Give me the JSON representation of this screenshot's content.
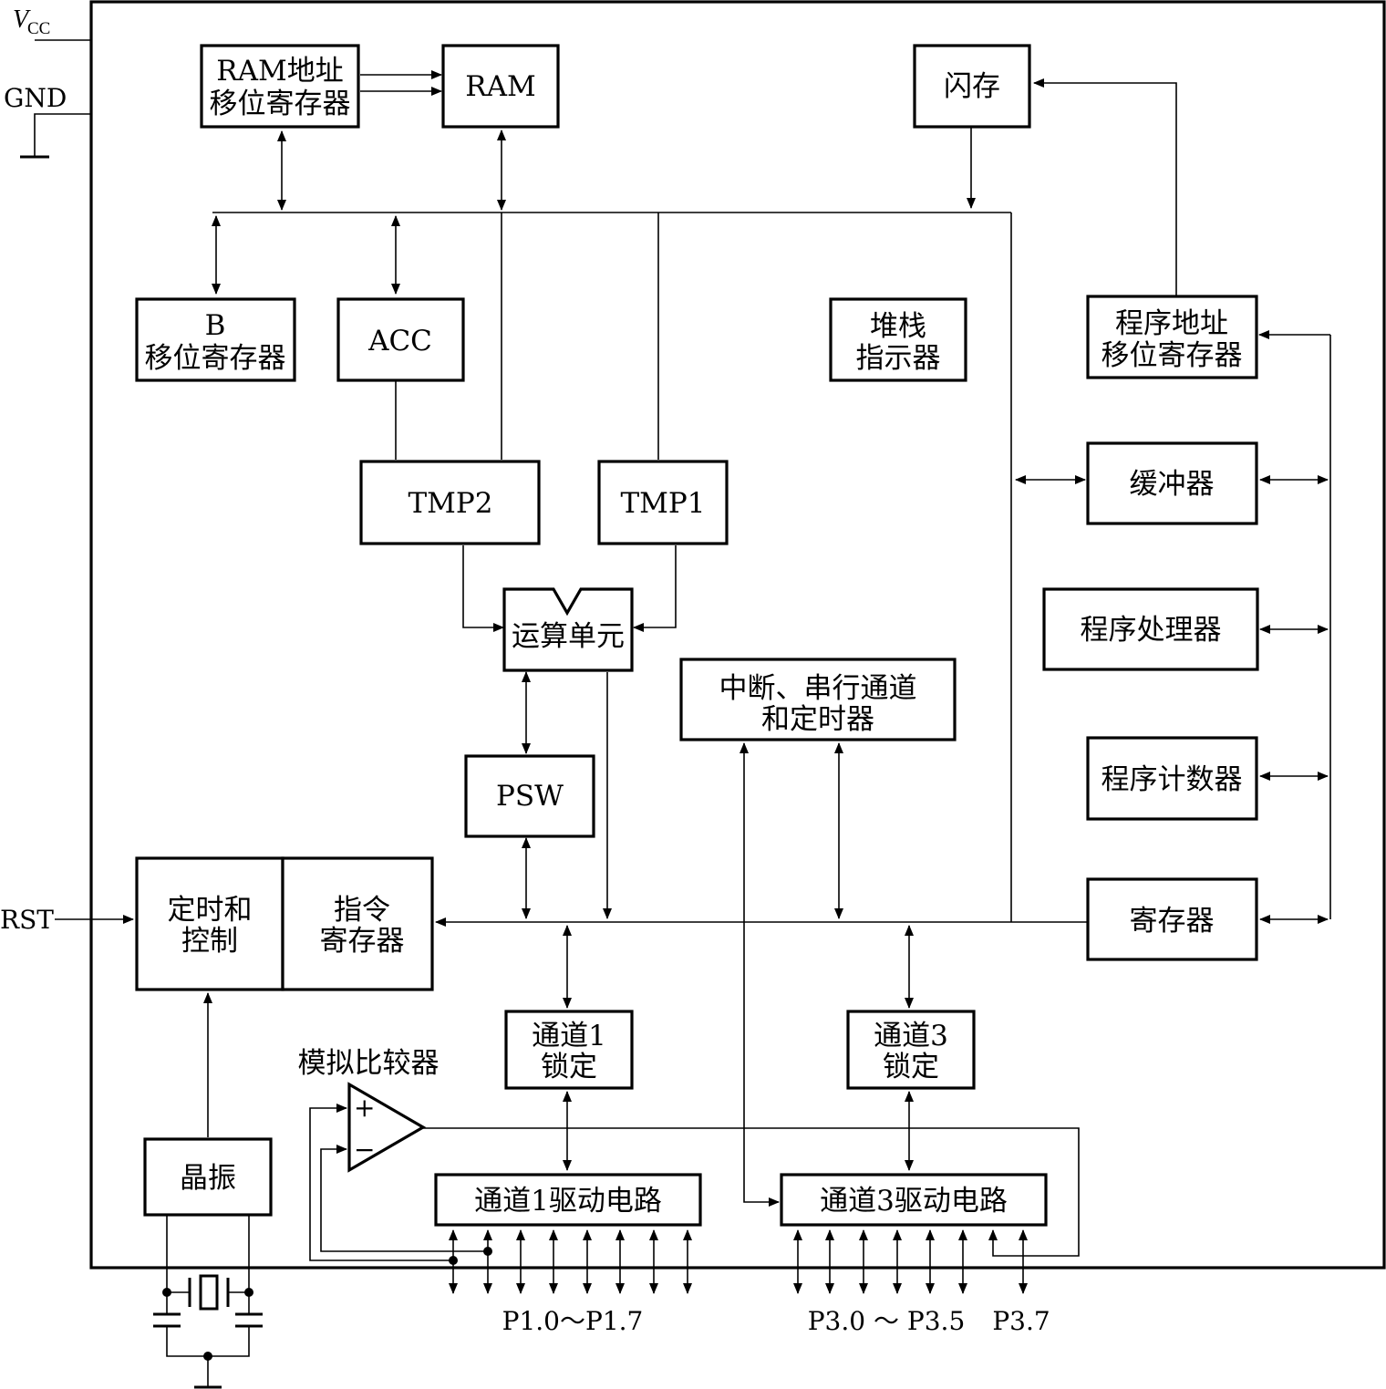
{
  "pins": {
    "vcc_main": "V",
    "vcc_sub": "CC",
    "gnd": "GND",
    "rst": "RST",
    "port1": "P1.0～P1.7",
    "port3": "P3.0 ～ P3.5",
    "port3_7": "P3.7"
  },
  "blocks": {
    "ram_addr_reg": [
      "RAM地址",
      "移位寄存器"
    ],
    "ram": [
      "RAM"
    ],
    "latch": [
      "闪存"
    ],
    "b_reg": [
      "B",
      "移位寄存器"
    ],
    "acc": [
      "ACC"
    ],
    "stack_pointer": [
      "堆栈",
      "指示器"
    ],
    "prog_addr_reg": [
      "程序地址",
      "移位寄存器"
    ],
    "tmp2": [
      "TMP2"
    ],
    "tmp1": [
      "TMP1"
    ],
    "buffer": [
      "缓冲器"
    ],
    "alu": [
      "运算单元"
    ],
    "prog_processor": [
      "程序处理器"
    ],
    "interrupt_serial_timer": [
      "中断、串行通道",
      "和定时器"
    ],
    "psw": [
      "PSW"
    ],
    "prog_counter": [
      "程序计数器"
    ],
    "timing_control": [
      "定时和",
      "控制"
    ],
    "instr_reg": [
      "指令",
      "寄存器"
    ],
    "register": [
      "寄存器"
    ],
    "port1_latch": [
      "通道1",
      "锁定"
    ],
    "port3_latch": [
      "通道3",
      "锁定"
    ],
    "analog_comparator": [
      "模拟比较器"
    ],
    "crystal": [
      "晶振"
    ],
    "port1_driver": [
      "通道1驱动电路"
    ],
    "port3_driver": [
      "通道3驱动电路"
    ]
  },
  "comparator_signs": {
    "plus": "+",
    "minus": "−"
  }
}
